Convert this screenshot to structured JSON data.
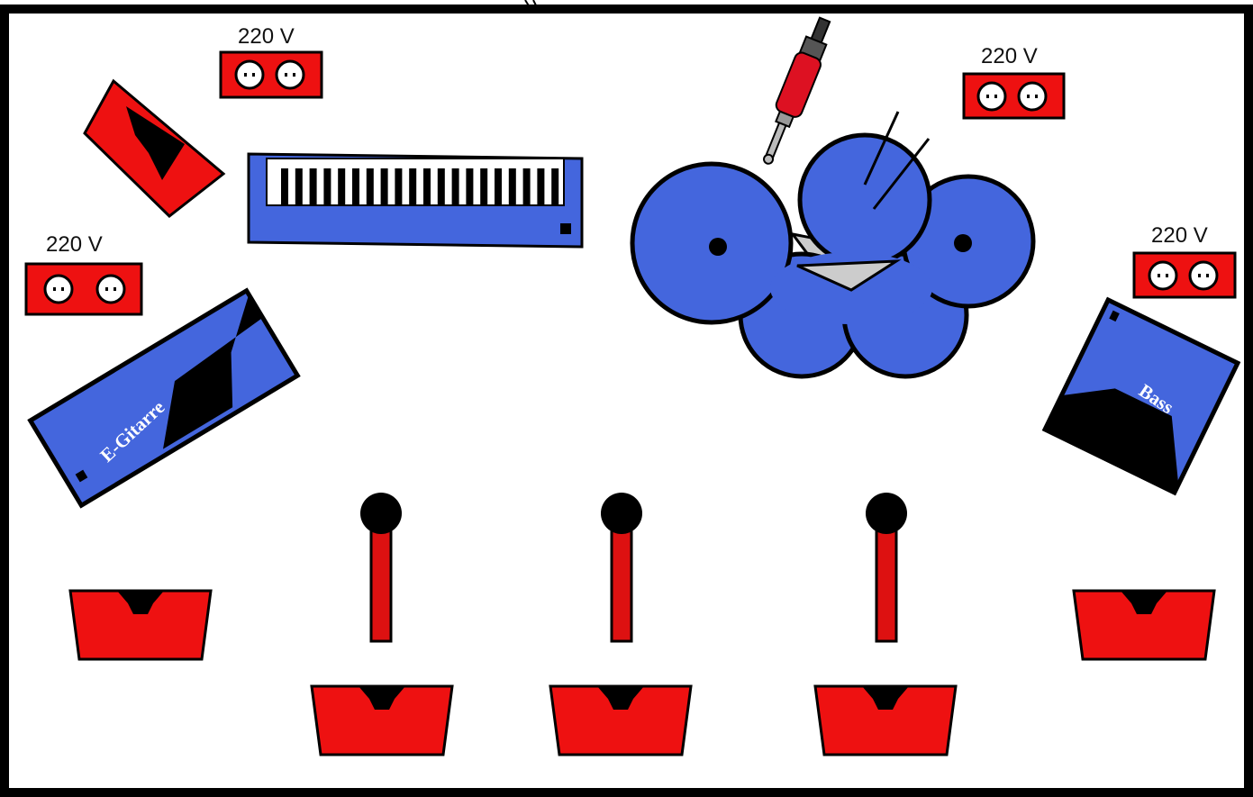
{
  "outlets": {
    "top_left_label": "220 V",
    "mid_left_label": "220 V",
    "top_right_label": "220 V",
    "right_label": "220 V"
  },
  "amps": {
    "guitar_label": "E-Gitarre",
    "bass_label": "Bass"
  },
  "colors": {
    "frame": "#000000",
    "outlet_red": "#ee1111",
    "monitor_red": "#ee1111",
    "instrument_blue": "#4466dd",
    "drum_blue": "#4466dd",
    "cable_red": "#dd1122",
    "background": "#ffffff"
  },
  "icons": {
    "outlet": "power-outlet-icon",
    "monitor": "floor-monitor-wedge-icon",
    "microphone": "microphone-stand-icon",
    "drums": "drum-kit-icon",
    "keyboard": "keyboard-icon",
    "jack": "audio-jack-plug-icon"
  }
}
